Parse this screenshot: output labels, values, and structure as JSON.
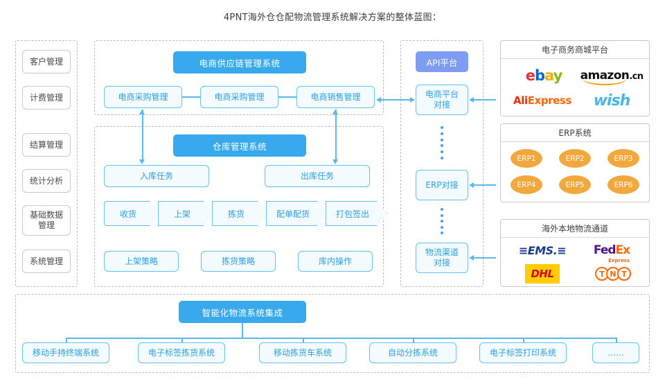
{
  "title": "4PNT海外仓仓配物流管理系统解决方案的整体蓝图：",
  "colors": {
    "header_blue": "#38a9ec",
    "api_purple": "#7d9cf2",
    "box_border_blue": "#62c1f2",
    "box_text_blue": "#2b9fe0",
    "box_fill": "#f3fbfe",
    "erp_orange": "#f2a83c",
    "dashed_gray": "#bdbdbd"
  },
  "sidebar": {
    "items": [
      {
        "label": "客户管理"
      },
      {
        "label": "计费管理"
      },
      {
        "label": "结算管理"
      },
      {
        "label": "统计分析"
      },
      {
        "label": "基础数据\n管理"
      },
      {
        "label": "系统管理"
      }
    ]
  },
  "supply_chain": {
    "header": "电商供应链管理系统",
    "boxes": [
      {
        "label": "电商采购管理"
      },
      {
        "label": "电商采购管理"
      },
      {
        "label": "电商销售管理"
      }
    ]
  },
  "warehouse": {
    "header": "仓库管理系统",
    "tasks": [
      {
        "label": "入库任务"
      },
      {
        "label": "出库任务"
      }
    ],
    "steps": [
      {
        "label": "收货"
      },
      {
        "label": "上架"
      },
      {
        "label": "拣货"
      },
      {
        "label": "配单配货"
      },
      {
        "label": "打包签出"
      }
    ],
    "strategies": [
      {
        "label": "上架策略"
      },
      {
        "label": "拣货策略"
      },
      {
        "label": "库内操作"
      }
    ]
  },
  "api": {
    "header": "API平台",
    "connectors": [
      {
        "label": "电商平台\n对接"
      },
      {
        "label": "ERP对接"
      },
      {
        "label": "物流渠道\n对接"
      }
    ]
  },
  "panels": {
    "ecommerce": {
      "title": "电子商务商城平台",
      "logos": [
        "ebay",
        "amazon.cn",
        "AliExpress",
        "wish"
      ]
    },
    "erp": {
      "title": "ERP系统",
      "items": [
        "ERP1",
        "ERP2",
        "ERP3",
        "ERP4",
        "ERP5",
        "ERP6"
      ]
    },
    "logistics": {
      "title": "海外本地物流通道",
      "logos": [
        "EMS",
        "FedEx Express",
        "DHL",
        "TNT"
      ]
    }
  },
  "bottom": {
    "header": "智能化物流系统集成",
    "items": [
      {
        "label": "移动手持终端系统"
      },
      {
        "label": "电子标签拣货系统"
      },
      {
        "label": "移动拣货车系统"
      },
      {
        "label": "自动分拣系统"
      },
      {
        "label": "电子标签打印系统"
      },
      {
        "label": "……"
      }
    ]
  }
}
